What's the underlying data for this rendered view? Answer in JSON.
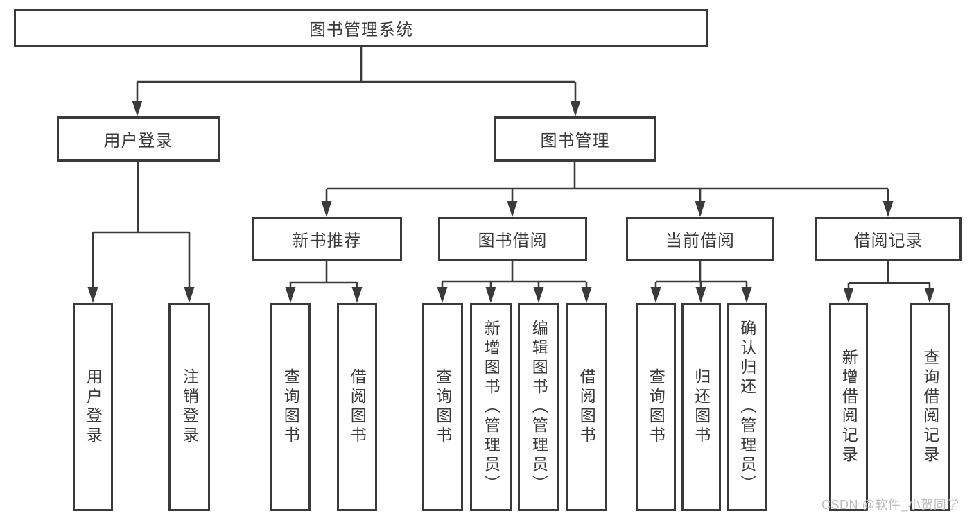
{
  "diagram": {
    "type": "hierarchy-tree",
    "tree": {
      "label": "图书管理系统",
      "children": [
        {
          "label": "用户登录",
          "children": [
            {
              "label": "用户登录"
            },
            {
              "label": "注销登录"
            }
          ]
        },
        {
          "label": "图书管理",
          "children": [
            {
              "label": "新书推荐",
              "children": [
                {
                  "label": "查询图书"
                },
                {
                  "label": "借阅图书"
                }
              ]
            },
            {
              "label": "图书借阅",
              "children": [
                {
                  "label": "查询图书"
                },
                {
                  "label": "新增图书（管理员）"
                },
                {
                  "label": "编辑图书（管理员）"
                },
                {
                  "label": "借阅图书"
                }
              ]
            },
            {
              "label": "当前借阅",
              "children": [
                {
                  "label": "查询图书"
                },
                {
                  "label": "归还图书"
                },
                {
                  "label": "确认归还（管理员）"
                }
              ]
            },
            {
              "label": "借阅记录",
              "children": [
                {
                  "label": "新增借阅记录"
                },
                {
                  "label": "查询借阅记录"
                }
              ]
            }
          ]
        }
      ]
    }
  },
  "watermark": "CSDN @软件_小贺同学",
  "colors": {
    "line": "#3a3a3a",
    "text": "#3a3a3a",
    "watermark": "#bcbcbc",
    "background": "#ffffff"
  }
}
